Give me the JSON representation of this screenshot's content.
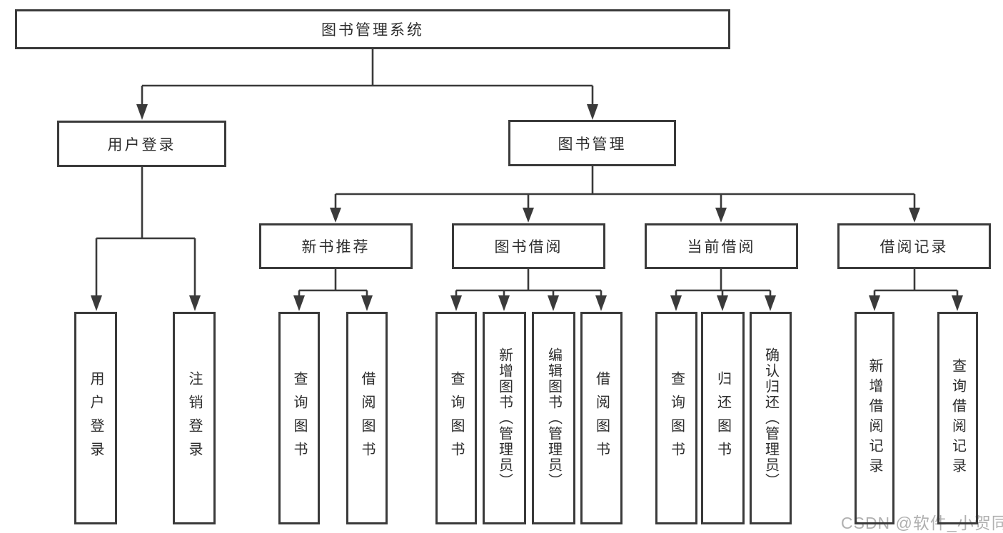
{
  "colors": {
    "line": "#3a3a3a",
    "text": "#2d2d2d",
    "box_background": "#ffffff",
    "watermark": "#b0b0b0"
  },
  "watermark": {
    "text": "CSDN @软件_小贺同学"
  },
  "tree": {
    "label": "图书管理系统",
    "children": [
      {
        "label": "用户登录",
        "children": [
          {
            "label": "用户登录"
          },
          {
            "label": "注销登录"
          }
        ]
      },
      {
        "label": "图书管理",
        "children": [
          {
            "label": "新书推荐",
            "children": [
              {
                "label": "查询图书"
              },
              {
                "label": "借阅图书"
              }
            ]
          },
          {
            "label": "图书借阅",
            "children": [
              {
                "label": "查询图书"
              },
              {
                "label": "新增图书（管理员）"
              },
              {
                "label": "编辑图书（管理员）"
              },
              {
                "label": "借阅图书"
              }
            ]
          },
          {
            "label": "当前借阅",
            "children": [
              {
                "label": "查询图书"
              },
              {
                "label": "归还图书"
              },
              {
                "label": "确认归还（管理员）"
              }
            ]
          },
          {
            "label": "借阅记录",
            "children": [
              {
                "label": "新增借阅记录"
              },
              {
                "label": "查询借阅记录"
              }
            ]
          }
        ]
      }
    ]
  }
}
